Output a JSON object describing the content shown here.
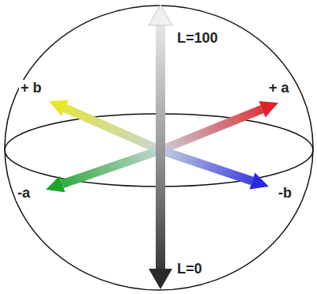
{
  "diagram": {
    "labels": [
      "L=100",
      "+ b",
      "+ a",
      "-a",
      "-b",
      "L=0"
    ]
  }
}
